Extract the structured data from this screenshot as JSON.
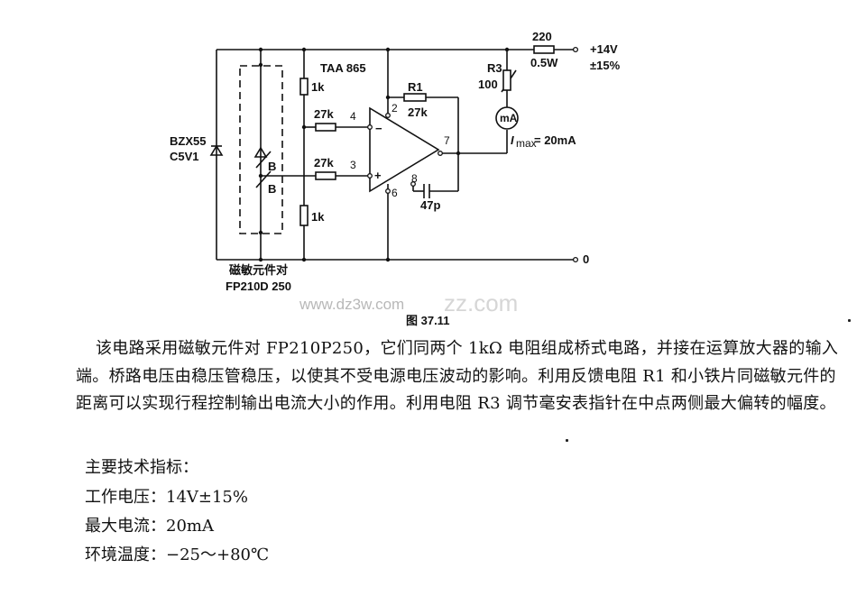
{
  "figure": {
    "caption": "图 37.11",
    "watermark": "www.dz3w.com",
    "watermark2": "zz.com",
    "labels": {
      "ic": "TAA 865",
      "r1_name": "R1",
      "r1_value": "27k",
      "r_top": "1k",
      "r_bottom": "1k",
      "r_in_minus": "27k",
      "r_in_plus": "27k",
      "zener_name": "BZX55",
      "zener_code": "C5V1",
      "b_upper": "B",
      "b_lower": "B",
      "sensor_name": "磁敏元件对",
      "sensor_model": "FP210D 250",
      "r_supply": "220",
      "r_supply_power": "0.5W",
      "r3_name": "R3",
      "r3_value": "100",
      "supply_voltage": "+14V",
      "supply_tolerance": "±15%",
      "meter": "mA",
      "imax_symbol": "I",
      "imax_sub": "max",
      "imax_value": "= 20mA",
      "cap": "47p",
      "ground": "0",
      "pin2": "2",
      "pin3": "3",
      "pin4": "4",
      "pin6": "6",
      "pin7": "7",
      "pin8": "8",
      "minus": "−",
      "plus": "+"
    }
  },
  "body": {
    "description": "该电路采用磁敏元件对 FP210P250，它们同两个 1kΩ 电阻组成桥式电路，并接在运算放大器的输入端。桥路电压由稳压管稳压，以使其不受电源电压波动的影响。利用反馈电阻 R1 和小铁片同磁敏元件的距离可以实现行程控制输出电流大小的作用。利用电阻 R3 调节毫安表指针在中点两侧最大偏转的幅度。",
    "specs_title": "主要技术指标：",
    "spec_voltage": "工作电压：14V±15%",
    "spec_current": "最大电流：20mA",
    "spec_temp": "环境温度：−25～+80℃"
  }
}
